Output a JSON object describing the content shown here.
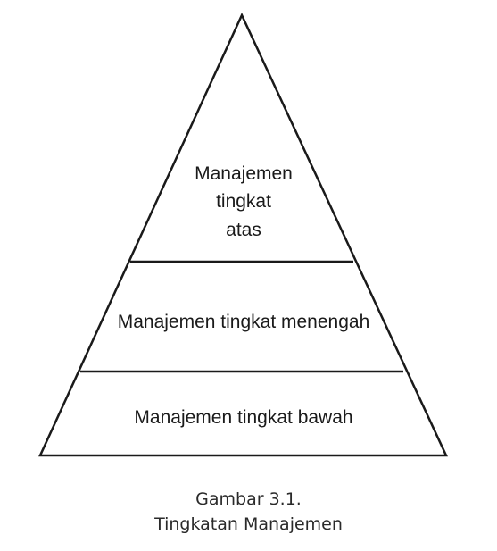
{
  "diagram": {
    "tiers": [
      {
        "lines": [
          "Manajemen",
          "tingkat",
          "atas"
        ]
      },
      {
        "lines": [
          "Manajemen tingkat menengah"
        ]
      },
      {
        "lines": [
          "Manajemen tingkat bawah"
        ]
      }
    ]
  },
  "caption": {
    "number": "Gambar 3.1.",
    "title": "Tingkatan Manajemen"
  },
  "colors": {
    "stroke": "#1a1a1a",
    "background": "#ffffff"
  }
}
